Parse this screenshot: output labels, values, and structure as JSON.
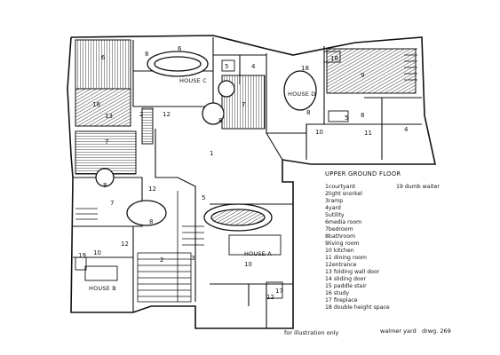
{
  "drawing": {
    "legend_title": "UPPER GROUND FLOOR",
    "legend_items": [
      "1courtyard",
      "2light snorkel",
      "3ramp",
      "4yard",
      "5utility",
      "6media room",
      "7bedroom",
      "8bathroom",
      "9living room",
      "10 kitchen",
      "11 dining room",
      "12entrance",
      "13 folding wall door",
      "14 sliding door",
      "15 paddle stair",
      "16 study",
      "17 fireplace",
      "18 double height space"
    ],
    "legend_extra": "19 dumb waiter",
    "houses": {
      "a": "HOUSE A",
      "b": "HOUSE B",
      "c": "HOUSE C",
      "d": "HOUSE D"
    },
    "room_numbers": {
      "n1": "1",
      "n2a": "2",
      "n2b": "2",
      "n3": "3",
      "n4a": "4",
      "n4b": "4",
      "n5a": "5",
      "n5b": "5",
      "n5c": "5",
      "n6a": "6",
      "n6b": "6",
      "n7a": "7",
      "n7b": "7",
      "n7c": "7",
      "n8a": "8",
      "n8b": "8",
      "n8c": "8",
      "n8d": "8",
      "n8e": "8",
      "n8f": "8",
      "n9": "9",
      "n10a": "10",
      "n10b": "10",
      "n10c": "10",
      "n11": "11",
      "n12a": "12",
      "n12b": "12",
      "n12c": "12",
      "n12d": "12",
      "n13": "13",
      "n16a": "16",
      "n16b": "16",
      "n17": "17",
      "n18": "18",
      "n19": "19"
    },
    "footer": {
      "note": "for illustration  only",
      "project": "walmer yard",
      "drawing_no": "drwg. 269"
    }
  }
}
